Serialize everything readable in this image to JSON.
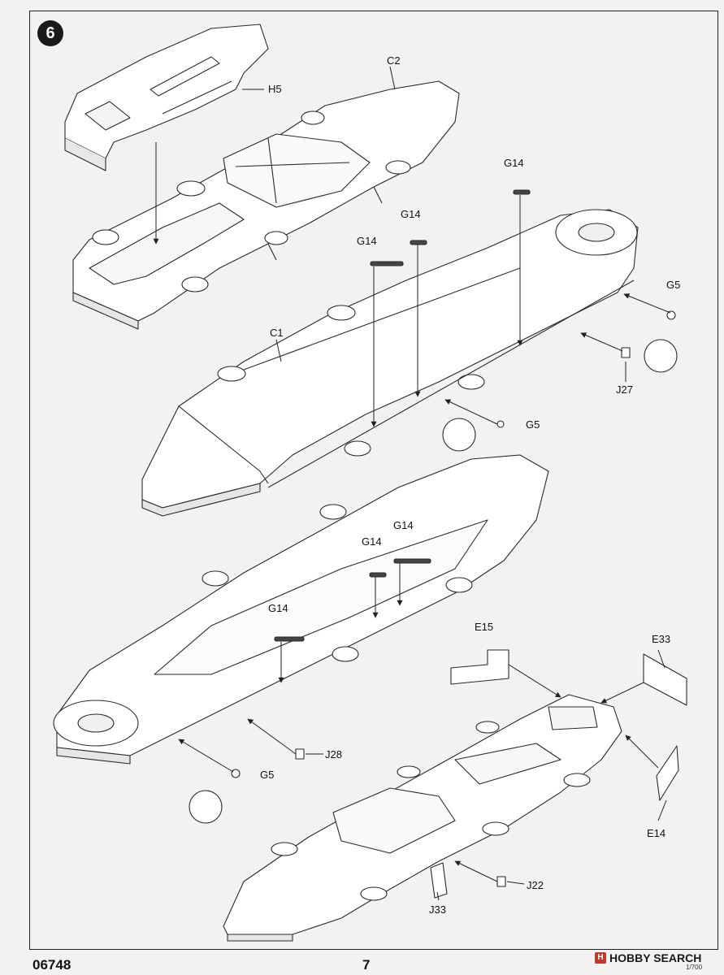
{
  "step": {
    "number": "6"
  },
  "labels": {
    "H5": "H5",
    "C2": "C2",
    "C1": "C1",
    "G14": "G14",
    "G5": "G5",
    "J27": "J27",
    "J28": "J28",
    "J22": "J22",
    "J33": "J33",
    "E15": "E15",
    "E33": "E33",
    "E14": "E14"
  },
  "footer": {
    "code": "06748",
    "page": "7"
  },
  "watermark": {
    "brand": "HOBBY SEARCH",
    "sub": "1/700"
  }
}
